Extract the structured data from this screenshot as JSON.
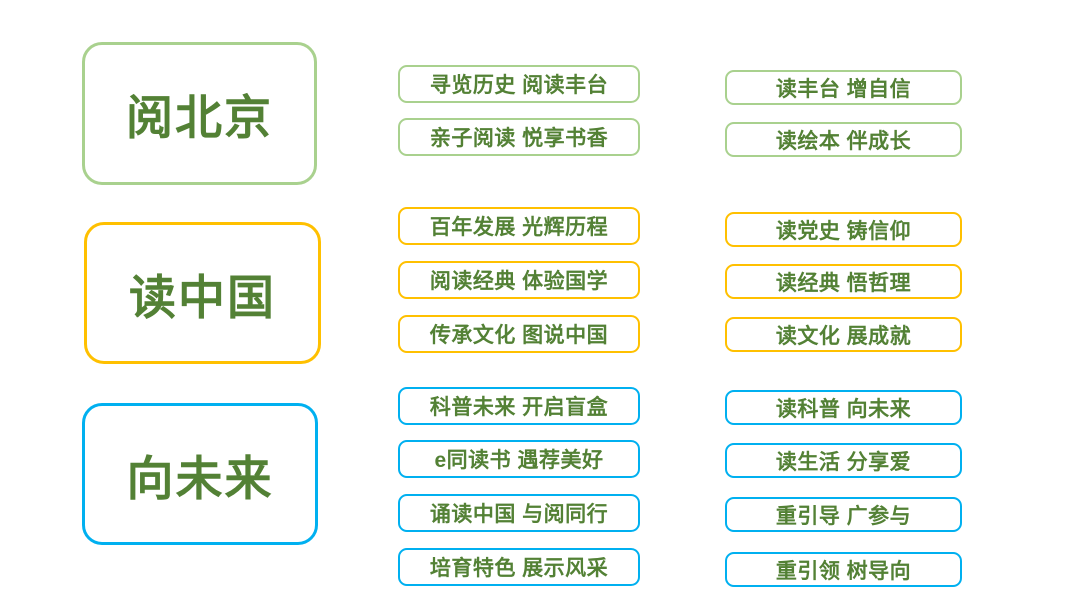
{
  "slide": {
    "background": "#ffffff",
    "text_color": "#538135"
  },
  "colors": {
    "green_border": "#A9D18E",
    "gold_border": "#FFC000",
    "blue_border": "#00B0F0"
  },
  "groups": [
    {
      "title": "阅北京",
      "border_color": "#A9D18E",
      "mid_items": [
        "寻览历史 阅读丰台",
        "亲子阅读 悦享书香"
      ],
      "right_items": [
        "读丰台 增自信",
        "读绘本 伴成长"
      ]
    },
    {
      "title": "读中国",
      "border_color": "#FFC000",
      "mid_items": [
        "百年发展 光辉历程",
        "阅读经典 体验国学",
        "传承文化 图说中国"
      ],
      "right_items": [
        "读党史 铸信仰",
        "读经典 悟哲理",
        "读文化 展成就"
      ]
    },
    {
      "title": "向未来",
      "border_color": "#00B0F0",
      "mid_items": [
        "科普未来 开启盲盒",
        "e同读书 遇荐美好",
        "诵读中国 与阅同行",
        "培育特色 展示风采"
      ],
      "right_items": [
        "读科普 向未来",
        "读生活 分享爱",
        "重引导 广参与",
        "重引领 树导向"
      ]
    }
  ]
}
